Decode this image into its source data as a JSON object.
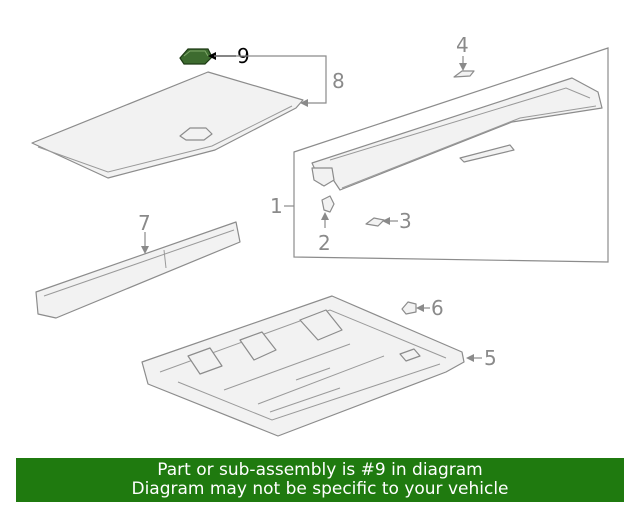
{
  "callouts": {
    "c1": "1",
    "c2": "2",
    "c3": "3",
    "c4": "4",
    "c5": "5",
    "c6": "6",
    "c7": "7",
    "c8": "8",
    "c9": "9"
  },
  "highlight_part": "9",
  "colors": {
    "banner": "#1f7a0f",
    "highlight_part": "#3d6b2f",
    "callout": "#8a8a8a"
  },
  "banner": {
    "line1": "Part or sub-assembly is #9 in diagram",
    "line2": "Diagram may not be specific to your vehicle"
  }
}
